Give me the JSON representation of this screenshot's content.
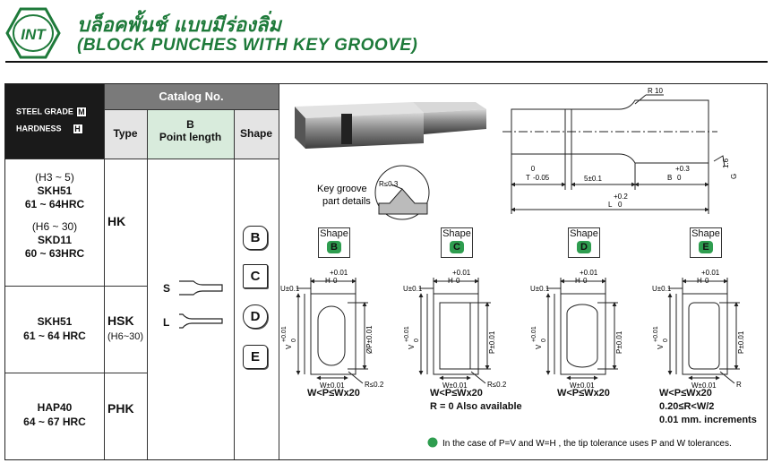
{
  "logo": {
    "text": "INT"
  },
  "title_th": "บล็อคพั้นช์ แบบมีร่องลิ่ม",
  "title_en": "(BLOCK PUNCHES WITH KEY GROOVE)",
  "table": {
    "steel_grade_label": "STEEL GRADE",
    "steel_grade_badge": "M",
    "hardness_label": "HARDNESS",
    "hardness_badge": "H",
    "catalog_no": "Catalog No.",
    "col_type": "Type",
    "col_b": "B",
    "col_point_length": "Point length",
    "col_shape": "Shape",
    "rows": [
      {
        "lines": [
          "(H3 ~ 5)",
          "SKH51",
          "61 ~ 64HRC",
          "",
          "(H6 ~ 30)",
          "SKD11",
          "60 ~ 63HRC"
        ],
        "type": "HK",
        "type_note": ""
      },
      {
        "lines": [
          "SKH51",
          "61 ~ 64 HRC"
        ],
        "type": "HSK",
        "type_note": "(H6~30)"
      },
      {
        "lines": [
          "HAP40",
          "64 ~ 67 HRC"
        ],
        "type": "PHK",
        "type_note": ""
      }
    ],
    "point_length_options": [
      "S",
      "L"
    ],
    "shapes": [
      "B",
      "C",
      "D",
      "E"
    ]
  },
  "drawing": {
    "r10": "R 10",
    "t_label": "T",
    "t_tol": "0\n-0.05",
    "dim_5": "5±0.1",
    "b_label": "B",
    "b_tol": "+0.3\n0",
    "l_label": "L",
    "l_tol": "+0.2\n0",
    "g_label": "G",
    "g_val": "1.6",
    "key_groove_1": "Key groove",
    "key_groove_2": "part details",
    "r03": "R≤0.3"
  },
  "shape_panels": [
    {
      "shape_label": "Shape",
      "shape": "B",
      "h_tol": "+0.01",
      "h": "H",
      "h0": "0",
      "u": "U±0.1",
      "v": "V",
      "v_tol": "+0.01\n0",
      "p": "ØP±0.01",
      "w": "W±0.01",
      "r": "R≤0.2",
      "notes": [
        "W<P≤Wx20"
      ]
    },
    {
      "shape_label": "Shape",
      "shape": "C",
      "h_tol": "+0.01",
      "h": "H",
      "h0": "0",
      "u": "U±0.1",
      "v": "V",
      "v_tol": "+0.01\n0",
      "p": "P±0.01",
      "w": "W±0.01",
      "r": "R≤0.2",
      "notes": [
        "W<P≤Wx20",
        "R = 0  Also available"
      ]
    },
    {
      "shape_label": "Shape",
      "shape": "D",
      "h_tol": "+0.01",
      "h": "H",
      "h0": "0",
      "u": "U±0.1",
      "v": "V",
      "v_tol": "+0.01\n0",
      "p": "P±0.01",
      "w": "W±0.01",
      "r": "",
      "notes": [
        "W<P≤Wx20"
      ]
    },
    {
      "shape_label": "Shape",
      "shape": "E",
      "h_tol": "+0.01",
      "h": "H",
      "h0": "0",
      "u": "U±0.1",
      "v": "V",
      "v_tol": "+0.01\n0",
      "p": "P±0.01",
      "w": "W±0.01",
      "r": "R",
      "notes": [
        "W<P≤Wx20",
        "0.20≤R<W/2",
        "0.01 mm. increments"
      ]
    }
  ],
  "footnote": "In the case of P=V and W=H , the tip tolerance uses P and W tolerances.",
  "colors": {
    "brand_green": "#1e7a3a",
    "header_dark": "#1a1a1a",
    "header_gray": "#7a7a7a",
    "header_mint": "#d8ebdc",
    "dot_green": "#2e9d4f"
  }
}
